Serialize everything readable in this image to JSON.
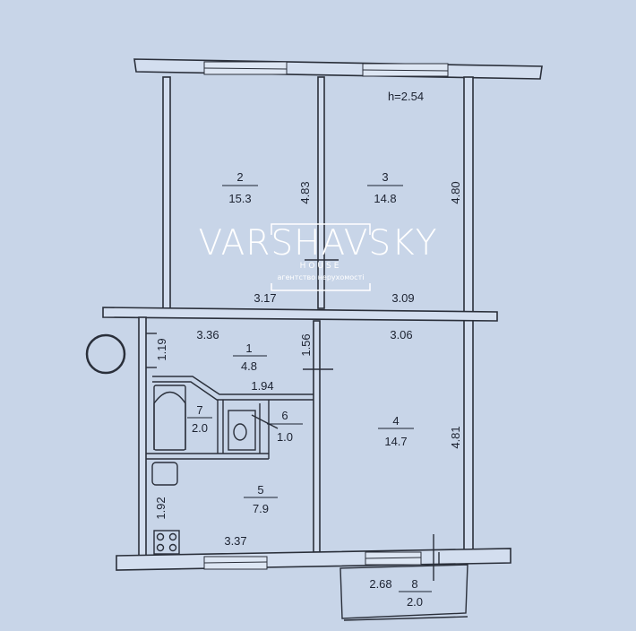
{
  "plan": {
    "ceiling_height": "h=2.54",
    "rooms": [
      {
        "number": "1",
        "area": "4.8"
      },
      {
        "number": "2",
        "area": "15.3"
      },
      {
        "number": "3",
        "area": "14.8"
      },
      {
        "number": "4",
        "area": "14.7"
      },
      {
        "number": "5",
        "area": "7.9"
      },
      {
        "number": "6",
        "area": "1.0"
      },
      {
        "number": "7",
        "area": "2.0"
      },
      {
        "number": "8",
        "area": "2.0"
      }
    ],
    "dimensions": {
      "d483": "4.83",
      "d480": "4.80",
      "d317": "3.17",
      "d309": "3.09",
      "d336": "3.36",
      "d306": "3.06",
      "d119": "1.19",
      "d156": "1.56",
      "d194": "1.94",
      "d481": "4.81",
      "d192": "1.92",
      "d337": "3.37",
      "d268": "2.68"
    }
  },
  "watermark": {
    "brand": "VARSHAVSKY",
    "sub": "HOUSE",
    "tagline": "агентство нерухомості"
  }
}
